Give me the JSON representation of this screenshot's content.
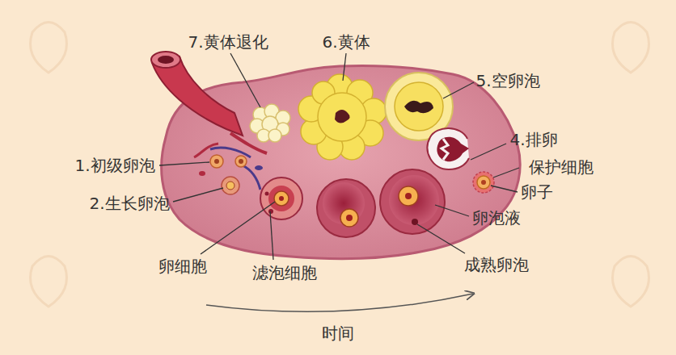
{
  "diagram": {
    "labels": [
      "7.黄体退化",
      "6.黄体",
      "5.空卵泡",
      "4.排卵",
      "保护细胞",
      "卵子",
      "1.初级卵泡",
      "2.生长卵泡",
      "卵泡液",
      "卵细胞",
      "滤泡细胞",
      "成熟卵泡",
      "时间"
    ]
  }
}
